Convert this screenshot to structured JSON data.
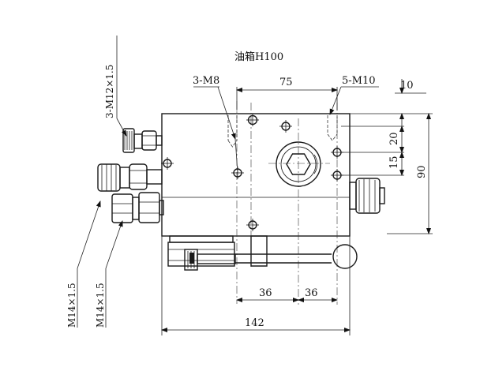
{
  "title": "油箱H100",
  "labels": {
    "m12_left": "3-M12×1.5",
    "m8": "3-M8",
    "m10": "5-M10",
    "m14_a": "M14×1.5",
    "m14_b": "M14×1.5"
  },
  "dims": {
    "d75": "75",
    "d10": "10",
    "d20": "20",
    "d15": "15",
    "d90": "90",
    "d36a": "36",
    "d36b": "36",
    "d142": "142"
  }
}
